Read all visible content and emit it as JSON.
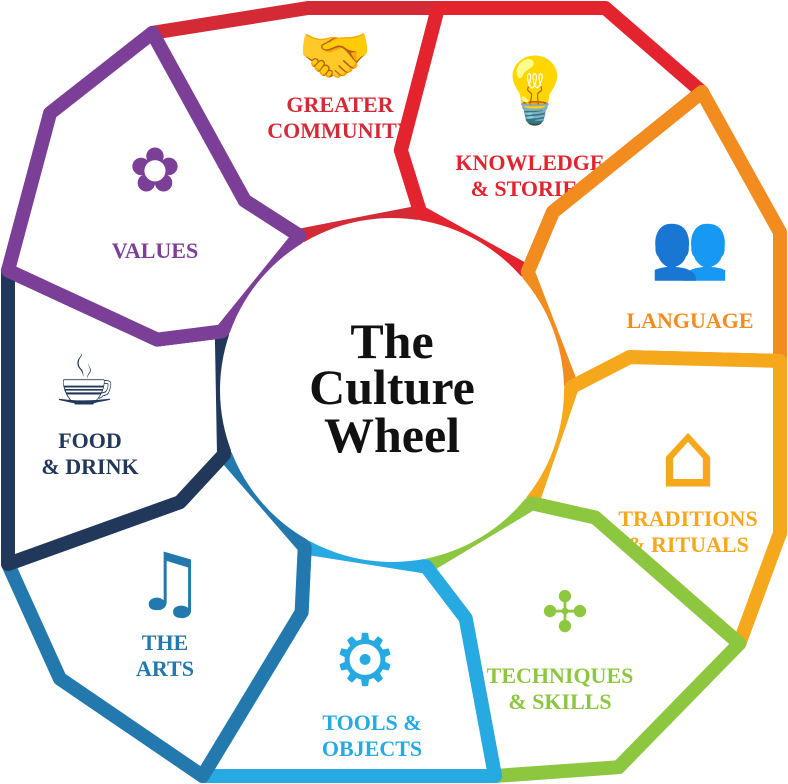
{
  "title": {
    "line1": "The",
    "line2": "Culture",
    "line3": "Wheel"
  },
  "segments": [
    {
      "id": "greater-community",
      "line1": "GREATER",
      "line2": "COMMUNITY",
      "color": "#d42a35",
      "icon": "handshake-icon",
      "glyph": "🤝"
    },
    {
      "id": "knowledge-stories",
      "line1": "KNOWLEDGE",
      "line2": "& STORIES",
      "color": "#e3232e",
      "icon": "lightbulb-icon",
      "glyph": "💡"
    },
    {
      "id": "language",
      "line1": "LANGUAGE",
      "line2": "",
      "color": "#f28c1e",
      "icon": "people-talking-icon",
      "glyph": "👥"
    },
    {
      "id": "traditions-rituals",
      "line1": "TRADITIONS",
      "line2": "& RITUALS",
      "color": "#f5a81c",
      "icon": "house-icon",
      "glyph": "⌂"
    },
    {
      "id": "techniques-skills",
      "line1": "TECHNIQUES",
      "line2": "& SKILLS",
      "color": "#8dc63f",
      "icon": "puzzle-icon",
      "glyph": "✣"
    },
    {
      "id": "tools-objects",
      "line1": "TOOLS &",
      "line2": "OBJECTS",
      "color": "#27a9e1",
      "icon": "gears-icon",
      "glyph": "⚙"
    },
    {
      "id": "the-arts",
      "line1": "THE",
      "line2": "ARTS",
      "color": "#2379ad",
      "icon": "music-note-icon",
      "glyph": "♫"
    },
    {
      "id": "food-drink",
      "line1": "FOOD",
      "line2": "& DRINK",
      "color": "#22385a",
      "icon": "steaming-cup-icon",
      "glyph": "☕"
    },
    {
      "id": "values",
      "line1": "VALUES",
      "line2": "",
      "color": "#7b3f98",
      "icon": "ribbon-award-icon",
      "glyph": "✿"
    }
  ]
}
